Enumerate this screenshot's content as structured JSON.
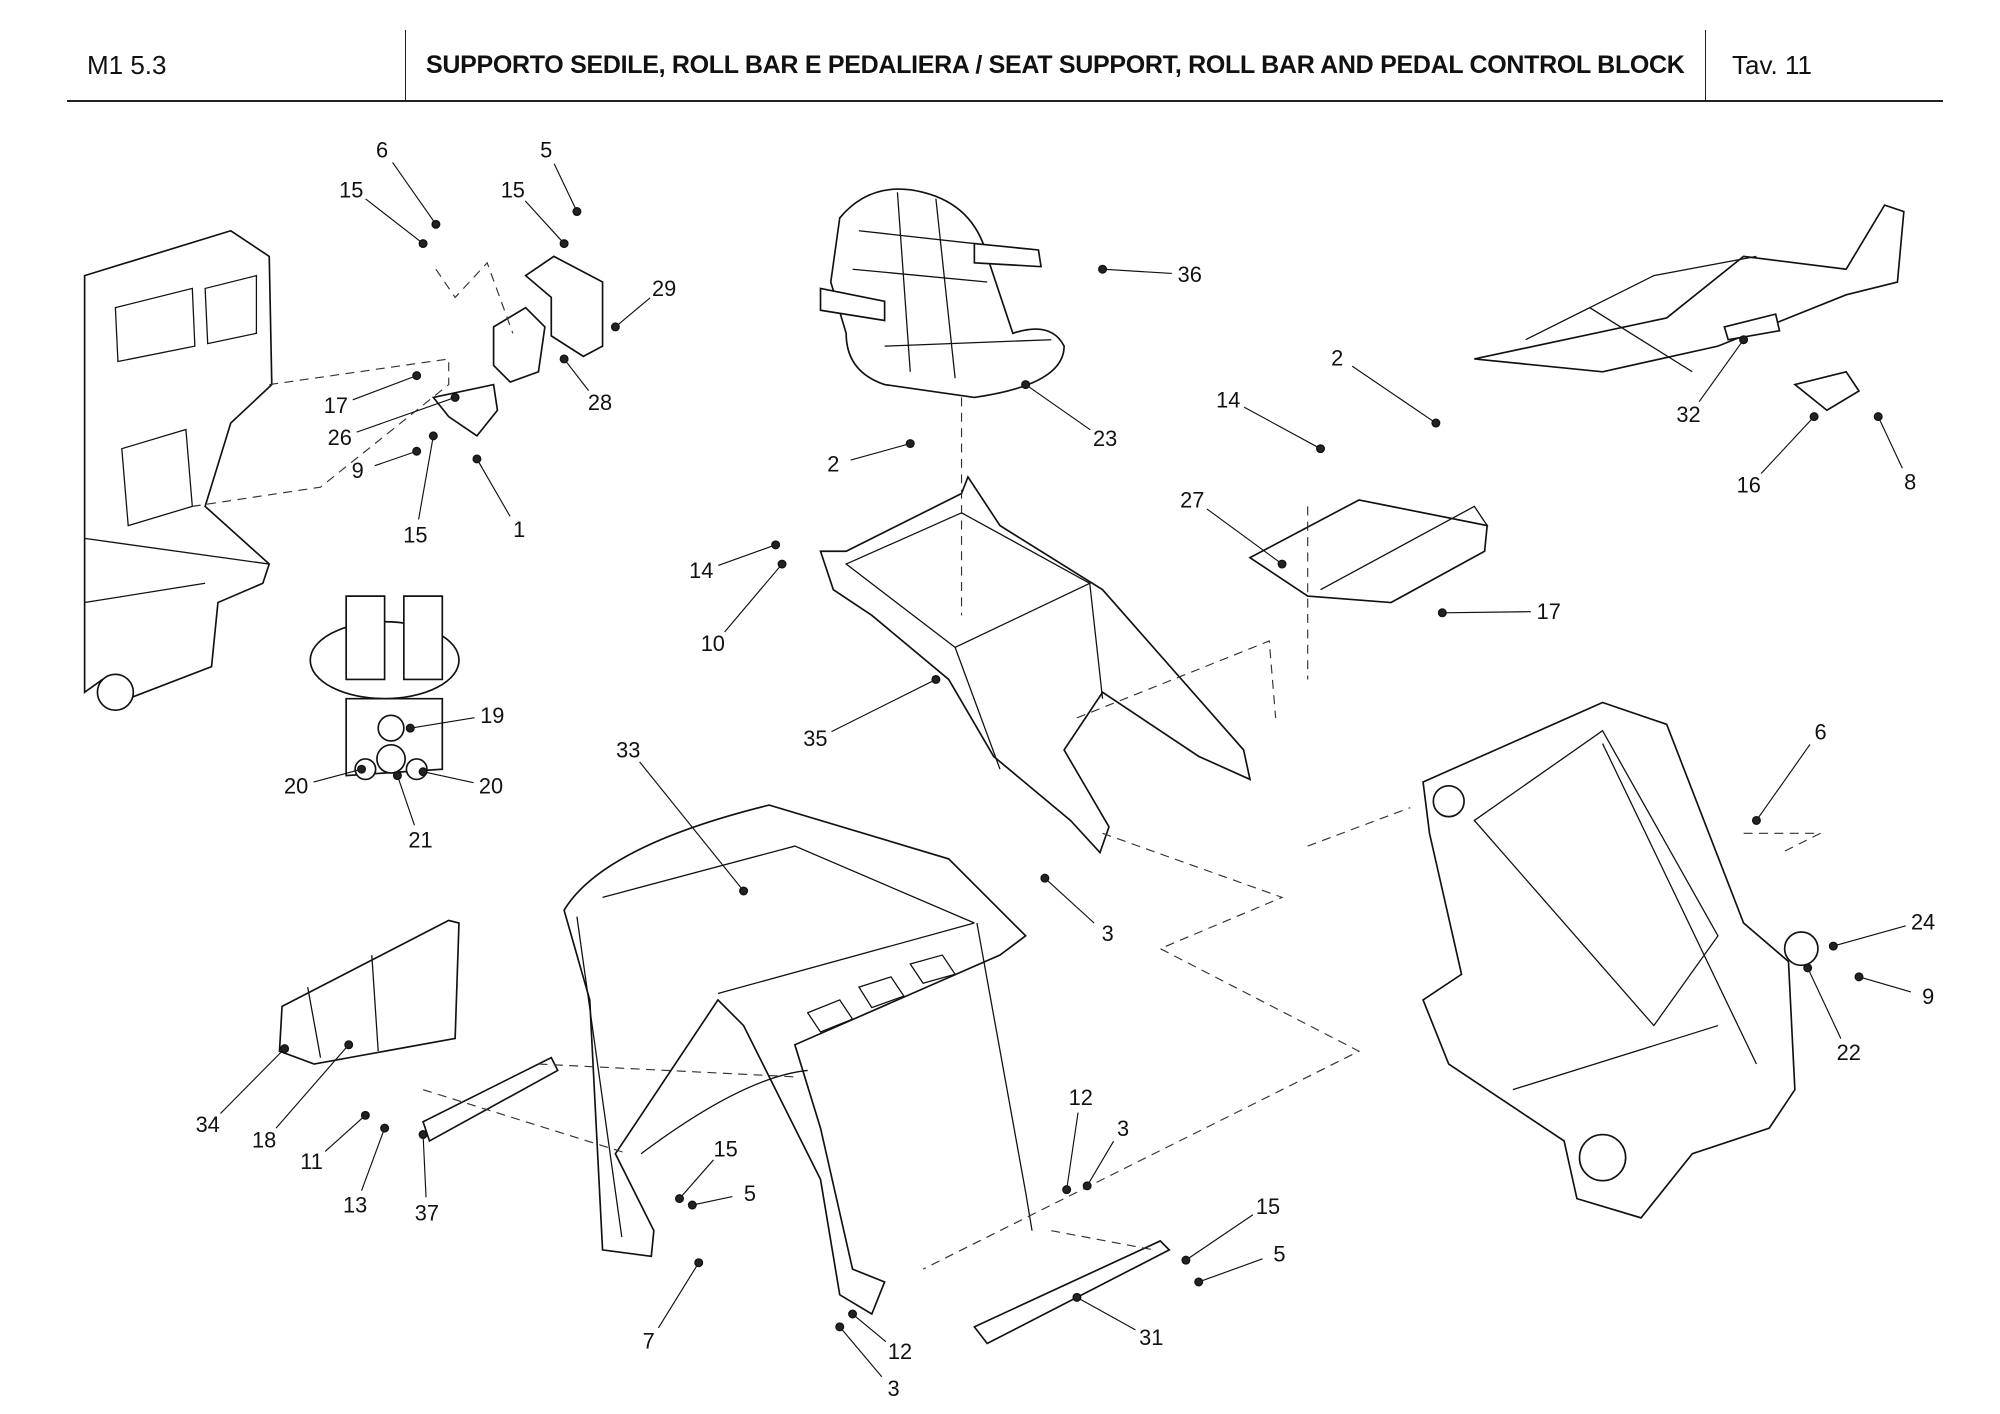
{
  "header": {
    "code": "M1 5.3",
    "title": "SUPPORTO SEDILE, ROLL BAR E PEDALIERA / SEAT SUPPORT, ROLL BAR AND PEDAL CONTROL BLOCK",
    "table": "Tav.  11"
  },
  "callouts": [
    "6",
    "15",
    "15",
    "5",
    "29",
    "17",
    "26",
    "28",
    "9",
    "15",
    "1",
    "19",
    "20",
    "20",
    "21",
    "36",
    "23",
    "2",
    "14",
    "10",
    "35",
    "33",
    "3",
    "2",
    "14",
    "27",
    "17",
    "32",
    "16",
    "8",
    "6",
    "24",
    "9",
    "22",
    "34",
    "18",
    "11",
    "13",
    "37",
    "15",
    "5",
    "7",
    "3",
    "12",
    "12",
    "3",
    "31",
    "15",
    "5"
  ]
}
